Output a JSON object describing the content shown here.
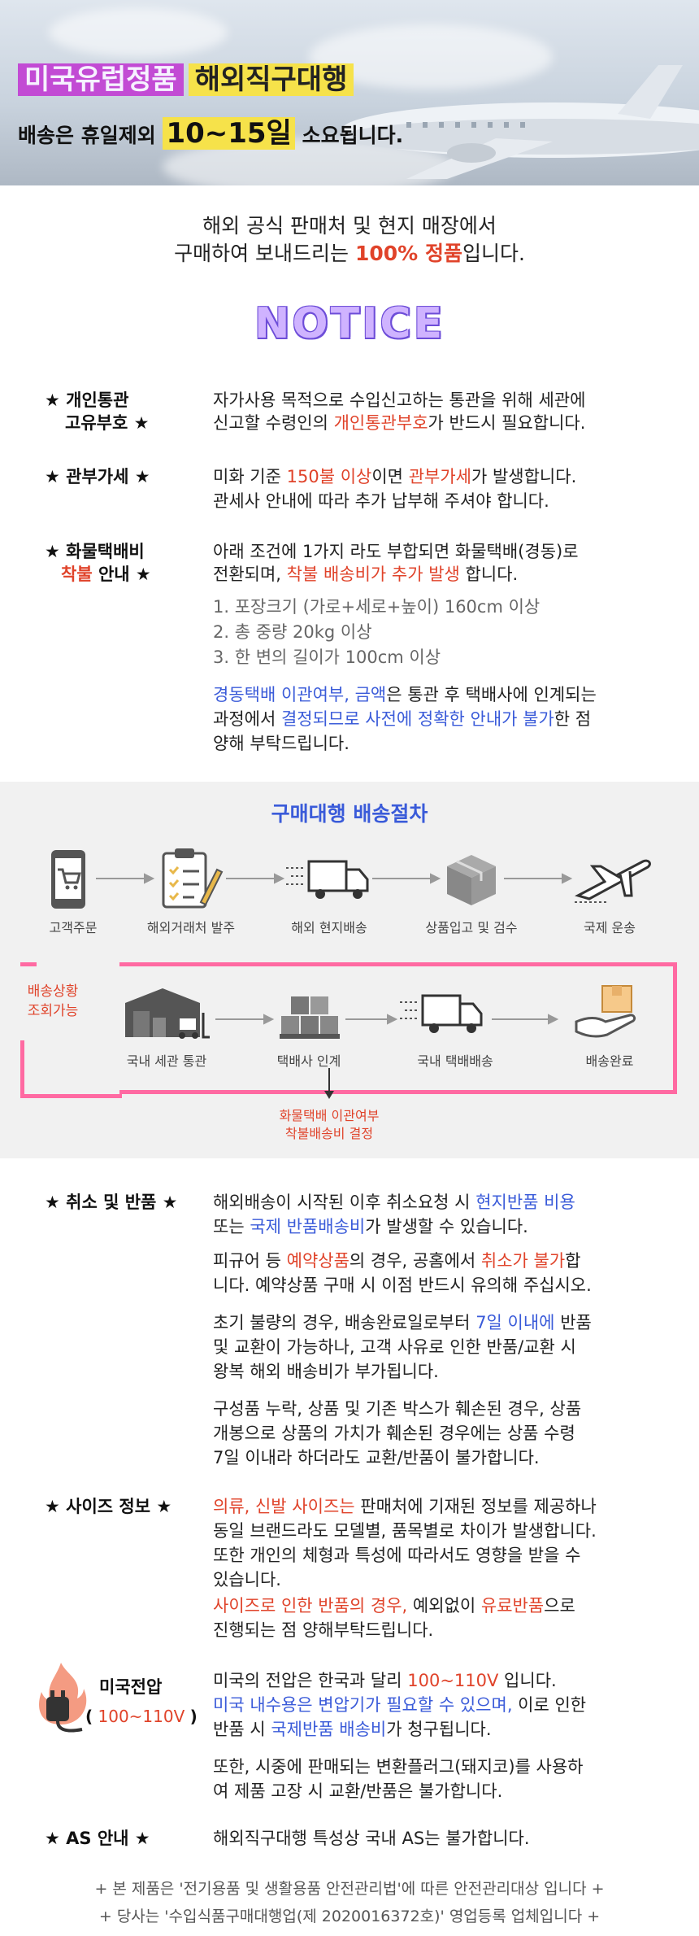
{
  "hero": {
    "line1_a": "미국유럽정품",
    "line1_b": "해외직구대행",
    "line2_pre": "배송은 휴일제외",
    "line2_hl": "10~15일",
    "line2_post": "소요됩니다."
  },
  "intro": {
    "line1": "해외 공식 판매처 및 현지 매장에서",
    "line2_pre": "구매하여 보내드리는 ",
    "line2_hl": "100% 정품",
    "line2_post": "입니다."
  },
  "notice_title": "NOTICE",
  "sections": {
    "customs": {
      "label1": "★ 개인통관",
      "label2": "고유부호 ★",
      "l1": "자가사용 목적으로 수입신고하는 통관을 위해 세관에",
      "l2_pre": "신고할 수령인의 ",
      "l2_hl": "개인통관부호",
      "l2_post": "가 반드시 필요합니다."
    },
    "tax": {
      "label": "★ 관부가세 ★",
      "l1_pre": "미화 기준 ",
      "l1_hl1": "150불 이상",
      "l1_mid": "이면 ",
      "l1_hl2": "관부가세",
      "l1_post": "가 발생합니다.",
      "l2": "관세사 안내에 따라 추가 납부해 주셔야 합니다."
    },
    "freight": {
      "label1": "★ 화물택배비",
      "label2_red": "착불",
      "label2_post": " 안내 ★",
      "l1": "아래 조건에 1가지 라도 부합되면 화물택배(경동)로",
      "l2_pre": "전환되며, ",
      "l2_hl": "착불 배송비가 추가 발생",
      "l2_post": " 합니다.",
      "cond1": "1. 포장크기 (가로+세로+높이) 160cm 이상",
      "cond2": "2. 총 중량 20kg 이상",
      "cond3": "3. 한 변의 길이가 100cm 이상",
      "n1_b": "경동택배 이관여부, 금액",
      "n1_post": "은 통관 후 택배사에 인계되는",
      "n2_pre": "과정에서 ",
      "n2_b": "결정되므로 사전에 정확한 안내가 불가",
      "n2_post": "한 점",
      "n3": "양해 부탁드립니다."
    },
    "cancel": {
      "label": "★ 취소 및 반품 ★",
      "p1l1_pre": "해외배송이 시작된 이후 취소요청 시 ",
      "p1l1_b": "현지반품 비용",
      "p1l2_pre": "또는 ",
      "p1l2_b": "국제 반품배송비",
      "p1l2_post": "가 발생할 수 있습니다.",
      "p2l1_pre": "피규어 등 ",
      "p2l1_r1": "예약상품",
      "p2l1_mid": "의 경우, 공홈에서 ",
      "p2l1_r2": "취소가 불가",
      "p2l1_post": "합",
      "p2l2": "니다. 예약상품 구매 시 이점 반드시 유의해 주십시오.",
      "p3l1_pre": "초기 불량의 경우, 배송완료일로부터 ",
      "p3l1_b": "7일 이내에",
      "p3l1_post": " 반품",
      "p3l2": "및 교환이 가능하나, 고객 사유로 인한 반품/교환 시",
      "p3l3": "왕복 해외 배송비가 부가됩니다.",
      "p4l1": "구성품 누락, 상품 및 기존 박스가 훼손된 경우, 상품",
      "p4l2": "개봉으로 상품의 가치가 훼손된 경우에는 상품 수령",
      "p4l3": "7일 이내라 하더라도 교환/반품이 불가합니다."
    },
    "size": {
      "label": "★ 사이즈 정보 ★",
      "l1_r": "의류, 신발 사이즈는",
      "l1_post": " 판매처에 기재된 정보를 제공하나",
      "l2": "동일 브랜드라도 모델별, 품목별로 차이가 발생합니다.",
      "l3": "또한 개인의 체형과 특성에 따라서도 영향을 받을 수",
      "l4": "있습니다.",
      "l5_r": "사이즈로 인한 반품의 경우,",
      "l5_mid": " 예외없이 ",
      "l5_r2": "유료반품",
      "l5_post": "으로",
      "l6": "진행되는 점 양해부탁드립니다."
    },
    "voltage": {
      "label1": "미국전압",
      "label2": "100~110V",
      "l1_pre": "미국의 전압은 한국과 달리 ",
      "l1_r": "100~110V",
      "l1_post": " 입니다.",
      "l2_b": "미국 내수용은 변압기가 필요할 수 있으며,",
      "l2_post": " 이로 인한",
      "l3_pre": "반품 시 ",
      "l3_b": "국제반품 배송비",
      "l3_post": "가 청구됩니다.",
      "l4": "또한, 시중에 판매되는 변환플러그(돼지코)를 사용하",
      "l5": "여 제품 고장 시 교환/반품은 불가합니다."
    },
    "as": {
      "label": "★ AS 안내 ★",
      "l1": "해외직구대행 특성상 국내 AS는 불가합니다."
    }
  },
  "process": {
    "title": "구매대행 배송절차",
    "row1": [
      "고객주문",
      "해외거래처 발주",
      "해외 현지배송",
      "상품입고 및 검수",
      "국제 운송"
    ],
    "row2": [
      "국내 세관 통관",
      "택배사 인계",
      "국내 택배배송",
      "배송완료"
    ],
    "side_label1": "배송상황",
    "side_label2": "조회가능",
    "bottom_label1": "화물택배 이관여부",
    "bottom_label2": "착불배송비 결정"
  },
  "footer": {
    "l1": "+ 본 제품은 '전기용품 및 생활용품 안전관리법'에 따른 안전관리대상 입니다 +",
    "l2": "+ 당사는 '수입식품구매대행업(제 2020016372호)' 영업등록 업체입니다 +"
  },
  "colors": {
    "accent_red": "#e0432a",
    "accent_blue": "#3a5bd9",
    "pink_border": "#ff6aa2",
    "notice_purple": "#6d4dd8"
  }
}
